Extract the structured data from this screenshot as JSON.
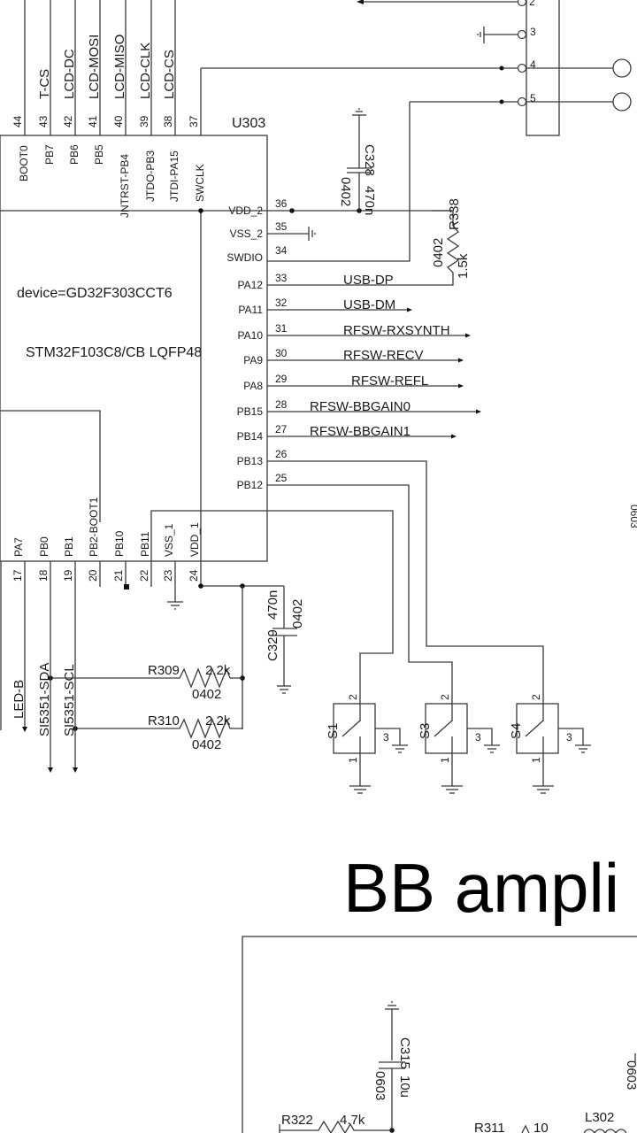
{
  "chip": {
    "refdes": "U303",
    "device": "device=GD32F303CCT6",
    "package": "STM32F103C8/CB LQFP48",
    "top_pins": [
      {
        "num": "44",
        "name": "BOOT0",
        "net": ""
      },
      {
        "num": "43",
        "name": "PB7",
        "net": "T-CS"
      },
      {
        "num": "42",
        "name": "PB6",
        "net": "LCD-DC"
      },
      {
        "num": "41",
        "name": "PB5",
        "net": "LCD-MOSI"
      },
      {
        "num": "40",
        "name": "JNTRST-PB4",
        "net": "LCD-MISO"
      },
      {
        "num": "39",
        "name": "JTDO-PB3",
        "net": "LCD-CLK"
      },
      {
        "num": "38",
        "name": "JTDI-PA15",
        "net": "LCD-CS"
      },
      {
        "num": "37",
        "name": "SWCLK",
        "net": ""
      }
    ],
    "right_pins": [
      {
        "num": "36",
        "name": "VDD_2",
        "net": ""
      },
      {
        "num": "35",
        "name": "VSS_2",
        "net": ""
      },
      {
        "num": "34",
        "name": "SWDIO",
        "net": ""
      },
      {
        "num": "33",
        "name": "PA12",
        "net": "USB-DP"
      },
      {
        "num": "32",
        "name": "PA11",
        "net": "USB-DM"
      },
      {
        "num": "31",
        "name": "PA10",
        "net": "RFSW-RXSYNTH"
      },
      {
        "num": "30",
        "name": "PA9",
        "net": "RFSW-RECV"
      },
      {
        "num": "29",
        "name": "PA8",
        "net": "RFSW-REFL"
      },
      {
        "num": "28",
        "name": "PB15",
        "net": "RFSW-BBGAIN0"
      },
      {
        "num": "27",
        "name": "PB14",
        "net": "RFSW-BBGAIN1"
      },
      {
        "num": "26",
        "name": "PB13",
        "net": ""
      },
      {
        "num": "25",
        "name": "PB12",
        "net": ""
      }
    ],
    "bottom_pins": [
      {
        "num": "17",
        "name": "PA7",
        "net": "LED-B"
      },
      {
        "num": "18",
        "name": "PB0",
        "net": "SI5351-SDA"
      },
      {
        "num": "19",
        "name": "PB1",
        "net": "SI5351-SCL"
      },
      {
        "num": "20",
        "name": "PB2-BOOT1",
        "net": ""
      },
      {
        "num": "21",
        "name": "PB10",
        "net": ""
      },
      {
        "num": "22",
        "name": "PB11",
        "net": ""
      },
      {
        "num": "23",
        "name": "VSS_1",
        "net": ""
      },
      {
        "num": "24",
        "name": "VDD_1",
        "net": ""
      }
    ]
  },
  "components": {
    "c328": {
      "ref": "C328",
      "value": "470n",
      "pkg": "0402"
    },
    "r338": {
      "ref": "R338",
      "value": "1.5k",
      "pkg": "0402"
    },
    "c329": {
      "ref": "C329",
      "value": "470n",
      "pkg": "0402"
    },
    "r309": {
      "ref": "R309",
      "value": "2.2k",
      "pkg": "0402"
    },
    "r310": {
      "ref": "R310",
      "value": "2.2k",
      "pkg": "0402"
    },
    "switches": [
      {
        "ref": "S1",
        "pin1": "1",
        "pin2": "2",
        "pin3": "3"
      },
      {
        "ref": "S3",
        "pin1": "1",
        "pin2": "2",
        "pin3": "3"
      },
      {
        "ref": "S4",
        "pin1": "1",
        "pin2": "2",
        "pin3": "3"
      }
    ],
    "c315": {
      "ref": "C315",
      "value": "10u",
      "pkg": "0603"
    },
    "r322": {
      "ref": "R322",
      "value": "4.7k"
    },
    "r311": {
      "ref": "R311",
      "value": "10"
    },
    "l302": {
      "ref": "L302"
    },
    "right_edge_pkg": "0603",
    "right_edge_pkg2": "0603"
  },
  "connector": {
    "pins": [
      "2",
      "3",
      "4",
      "5"
    ]
  },
  "section_title": "BB ampli"
}
